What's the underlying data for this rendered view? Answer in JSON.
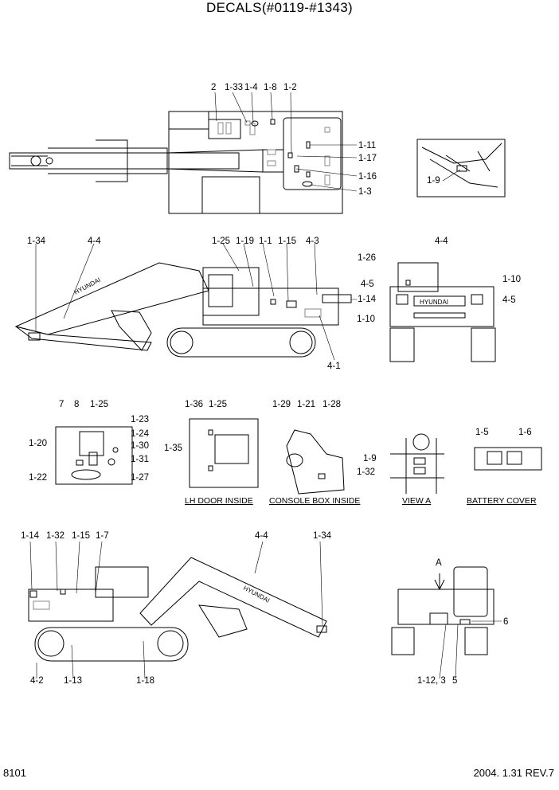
{
  "title": "DECALS(#0119-#1343)",
  "footer": {
    "page": "8101",
    "date_rev": "2004. 1.31  REV.7"
  },
  "captions": {
    "lh_door": "LH DOOR INSIDE",
    "console": "CONSOLE BOX INSIDE",
    "view_a": "VIEW  A",
    "battery": "BATTERY COVER"
  },
  "labels": {
    "t_2": "2",
    "t_1_33": "1-33",
    "t_1_4": "1-4",
    "t_1_8": "1-8",
    "t_1_2": "1-2",
    "t_1_11": "1-11",
    "t_1_17": "1-17",
    "t_1_16": "1-16",
    "t_1_3": "1-3",
    "t_1_9": "1-9",
    "s_1_34": "1-34",
    "s_4_4": "4-4",
    "s_1_25": "1-25",
    "s_1_19": "1-19",
    "s_1_1": "1-1",
    "s_1_15": "1-15",
    "s_4_3": "4-3",
    "s_1_14": "1-14",
    "s_4_1": "4-1",
    "r_1_26": "1-26",
    "r_4_4": "4-4",
    "r_1_10a": "1-10",
    "r_4_5a": "4-5",
    "r_4_5b": "4-5",
    "r_1_10b": "1-10",
    "c_7": "7",
    "c_8": "8",
    "c_1_25": "1-25",
    "c_1_23": "1-23",
    "c_1_24": "1-24",
    "c_1_30": "1-30",
    "c_1_31": "1-31",
    "c_1_20": "1-20",
    "c_1_22": "1-22",
    "c_1_27": "1-27",
    "d_1_36": "1-36",
    "d_1_25": "1-25",
    "d_1_35": "1-35",
    "k_1_29": "1-29",
    "k_1_21": "1-21",
    "k_1_28": "1-28",
    "v_1_9": "1-9",
    "v_1_32": "1-32",
    "b_1_5": "1-5",
    "b_1_6": "1-6",
    "l_1_14": "1-14",
    "l_1_32": "1-32",
    "l_1_15": "1-15",
    "l_1_7": "1-7",
    "l_4_4": "4-4",
    "l_1_34": "1-34",
    "l_4_2": "4-2",
    "l_1_13": "1-13",
    "l_1_18": "1-18",
    "e_A": "A",
    "e_6": "6",
    "e_1_12_3": "1-12, 3",
    "e_5": "5"
  }
}
